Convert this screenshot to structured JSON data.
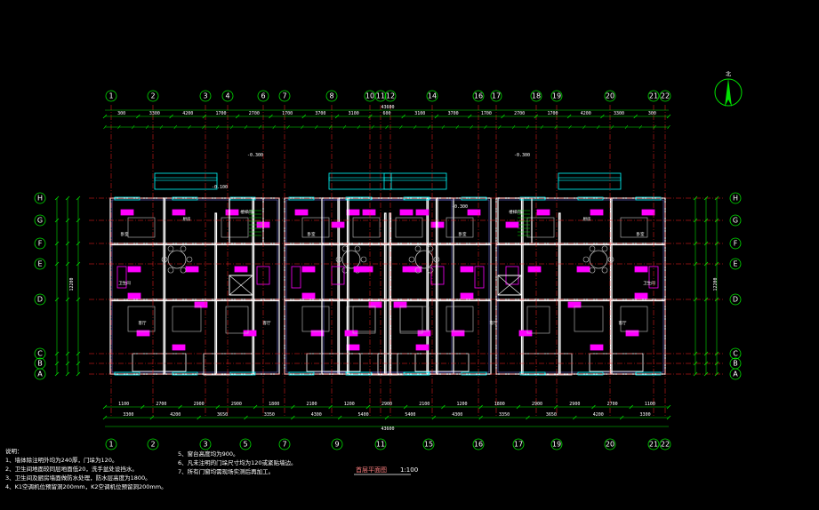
{
  "drawing": {
    "title": "首层平面图",
    "scale": "1:100",
    "north_label": "北",
    "colors": {
      "background": "#000000",
      "axis": "#ff2020",
      "dimension": "#00e000",
      "wall": "#ffffff",
      "window": "#00ffff",
      "door": "#ff00ff",
      "furniture": "#c0c0c0",
      "text": "#ffffff",
      "wet_area": "#ff00ff"
    }
  },
  "axes": {
    "vertical": [
      {
        "label": "1"
      },
      {
        "label": "2"
      },
      {
        "label": "3"
      },
      {
        "label": "4"
      },
      {
        "label": "6"
      },
      {
        "label": "7"
      },
      {
        "label": "8"
      },
      {
        "label": "10"
      },
      {
        "label": "11"
      },
      {
        "label": "12"
      },
      {
        "label": "14"
      },
      {
        "label": "16"
      },
      {
        "label": "17"
      },
      {
        "label": "18"
      },
      {
        "label": "19"
      },
      {
        "label": "20"
      },
      {
        "label": "21"
      },
      {
        "label": "22"
      }
    ],
    "vertical_bottom": [
      {
        "label": "1"
      },
      {
        "label": "2"
      },
      {
        "label": "3"
      },
      {
        "label": "5"
      },
      {
        "label": "7"
      },
      {
        "label": "9"
      },
      {
        "label": "11"
      },
      {
        "label": "15"
      },
      {
        "label": "16"
      },
      {
        "label": "17"
      },
      {
        "label": "19"
      },
      {
        "label": "20"
      },
      {
        "label": "21"
      },
      {
        "label": "22"
      }
    ],
    "horizontal": [
      {
        "label": "H"
      },
      {
        "label": "G"
      },
      {
        "label": "F"
      },
      {
        "label": "E"
      },
      {
        "label": "D"
      },
      {
        "label": "C"
      },
      {
        "label": "B"
      },
      {
        "label": "A"
      }
    ]
  },
  "dimensions": {
    "top_total": "43600",
    "top_row1": [
      "300",
      "3300",
      "4200",
      "1700",
      "2700",
      "1700",
      "3700",
      "3100",
      "600",
      "3100",
      "3700",
      "1700",
      "2700",
      "1700",
      "4200",
      "3300",
      "300"
    ],
    "bottom_total": "43600",
    "bottom_row1": [
      "1100",
      "2700",
      "2900",
      "2900",
      "1800",
      "2100",
      "1200",
      "2900",
      "2100",
      "1200",
      "1800",
      "2900",
      "2900",
      "2700",
      "1100"
    ],
    "bottom_row2": [
      "3300",
      "4200",
      "3650",
      "3350",
      "4300",
      "5400",
      "5400",
      "4300",
      "3350",
      "3650",
      "4200",
      "3300"
    ],
    "left_overall": "12200",
    "right_overall": "12200"
  },
  "levels": [
    "-0.300",
    "-0.300",
    "-0.100",
    "-0.300"
  ],
  "rooms": {
    "living": "客厅",
    "dining": "餐厅",
    "bedroom": "卧室",
    "kitchen": "厨房",
    "bath": "卫生间",
    "stair": "楼梯间"
  },
  "notes": {
    "header": "说明：",
    "left": [
      "1、墙体除注明外均为240厚，门垛为120。",
      "2、卫生间地面较同层地面低20，洗手盆处设挡水。",
      "3、卫生间及厨房墙面做防水处理，防水层高度为1800。",
      "4、K1空调机位预留洞200mm，K2空调机位预留洞200mm。"
    ],
    "right": [
      "5、窗台高度均为900。",
      "6、凡未注明的门垛尺寸均为120或紧贴墙边。",
      "7、所有门窗均需现场实测后再加工。"
    ]
  }
}
